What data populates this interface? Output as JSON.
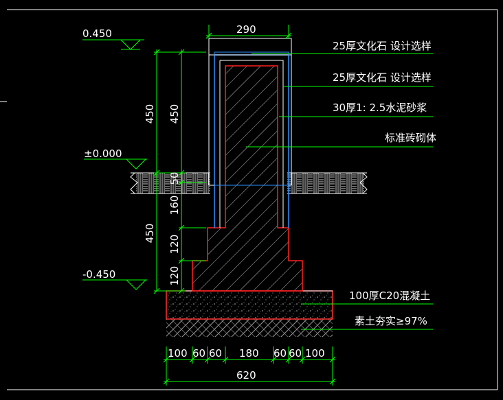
{
  "elevations": {
    "top": "0.450",
    "ground": "±0.000",
    "bottom": "-0.450"
  },
  "top_width": "290",
  "vertical_dims": {
    "outer_upper": "450",
    "inner_upper": "450",
    "lower_total": "450",
    "seg_50": "50",
    "seg_160": "160",
    "seg_120a": "120",
    "seg_120b": "120"
  },
  "bottom_dims": {
    "segments": [
      "100",
      "60",
      "60",
      "180",
      "60",
      "60",
      "100"
    ],
    "total": "620"
  },
  "labels": {
    "stone_outer": "25厚文化石  设计选样",
    "stone_inner": "25厚文化石  设计选样",
    "mortar": "30厚1: 2.5水泥砂浆",
    "brick": "标准砖砌体",
    "concrete": "100厚C20混凝土",
    "soil": "素土夯实≥97%"
  },
  "colors": {
    "background": "#000000",
    "dimension": "#00ff00",
    "outline": "#ffffff",
    "stone": "#0080ff",
    "brick_outline": "#ff0000"
  }
}
